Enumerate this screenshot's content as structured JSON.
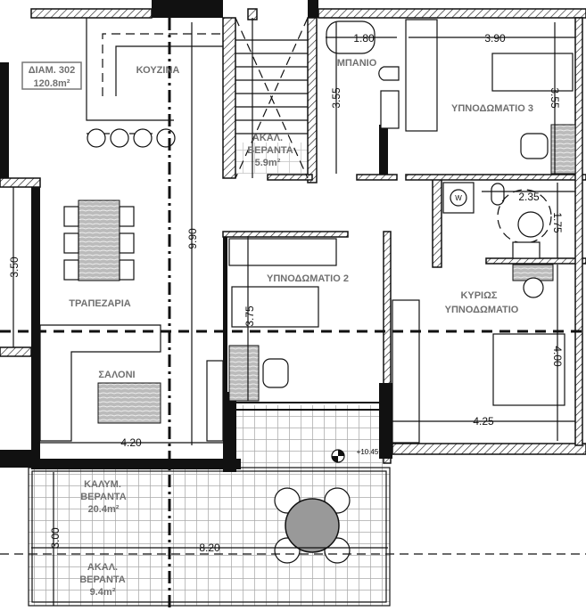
{
  "apartment": {
    "name": "ΔΙΑΜ. 302",
    "area": "120.8m²"
  },
  "rooms": {
    "kitchen": "ΚΟΥΖΙΝΑ",
    "dining": "ΤΡΑΠΕΖΑΡΙΑ",
    "living": "ΣΑΛΟΝΙ",
    "bathroom": "ΜΠΑΝΙΟ",
    "bedroom3": "ΥΠΝΟΔΩΜΑΤΙΟ 3",
    "bedroom2": "ΥΠΝΟΔΩΜΑΤΙΟ 2",
    "master_line1": "ΚΥΡΙΩΣ",
    "master_line2": "ΥΠΝΟΔΩΜΑΤΙΟ",
    "stair_veranda_line1": "ΑΚΑΛ.",
    "stair_veranda_line2": "ΒΕΡΑΝΤΑ",
    "stair_veranda_area": "5.9m²",
    "covered_veranda_line1": "ΚΑΛΥΜ.",
    "covered_veranda_line2": "ΒΕΡΑΝΤΑ",
    "covered_veranda_area": "20.4m²",
    "open_veranda_line1": "ΑΚΑΛ.",
    "open_veranda_line2": "ΒΕΡΑΝΤΑ",
    "open_veranda_area": "9.4m²"
  },
  "dimensions": {
    "bath_width": "1.80",
    "bed3_width": "3.90",
    "bath_depth": "3.55",
    "bed3_depth": "3.55",
    "wc_width": "2.35",
    "wc_depth": "1.75",
    "bed2_depth": "3.75",
    "master_depth": "4.00",
    "master_width": "4.25",
    "total_depth": "9.90",
    "dining_depth": "3.50",
    "living_width": "4.20",
    "veranda_width": "8.20",
    "veranda_depth": "3.00"
  },
  "level": "+10.45",
  "washer_label": "W"
}
